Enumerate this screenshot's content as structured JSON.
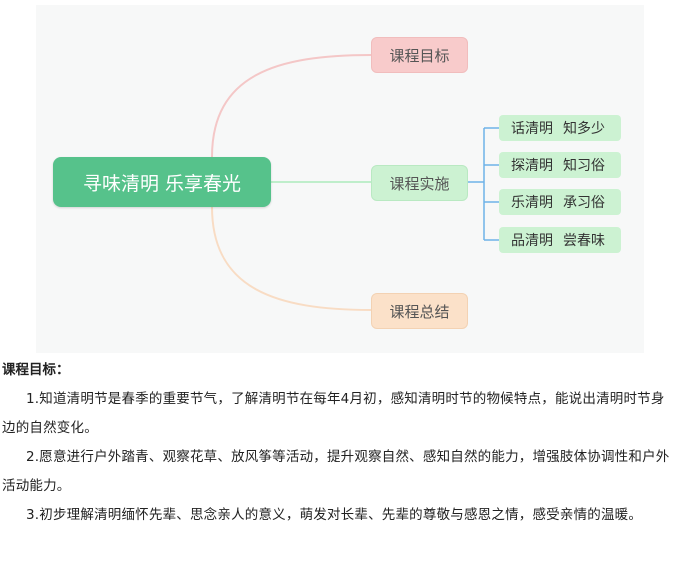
{
  "mindmap": {
    "root": "寻味清明  乐享春光",
    "branches": {
      "goal": "课程目标",
      "implementation": "课程实施",
      "summary": "课程总结"
    },
    "leaves": [
      {
        "a": "话清明",
        "b": "知多少"
      },
      {
        "a": "探清明",
        "b": "知习俗"
      },
      {
        "a": "乐清明",
        "b": "承习俗"
      },
      {
        "a": "品清明",
        "b": "尝春味"
      }
    ],
    "colors": {
      "root": "#56c28b",
      "goal": "#f8cbcb",
      "implementation": "#ccf2d2",
      "summary": "#fbe1c9"
    }
  },
  "section": {
    "heading": "课程目标：",
    "items": [
      "1.知道清明节是春季的重要节气，了解清明节在每年4月初，感知清明时节的物候特点，能说出清明时节身边的自然变化。",
      "2.愿意进行户外踏青、观察花草、放风筝等活动，提升观察自然、感知自然的能力，增强肢体协调性和户外活动能力。",
      "3.初步理解清明缅怀先辈、思念亲人的意义，萌发对长辈、先辈的尊敬与感恩之情，感受亲情的温暖。"
    ]
  }
}
